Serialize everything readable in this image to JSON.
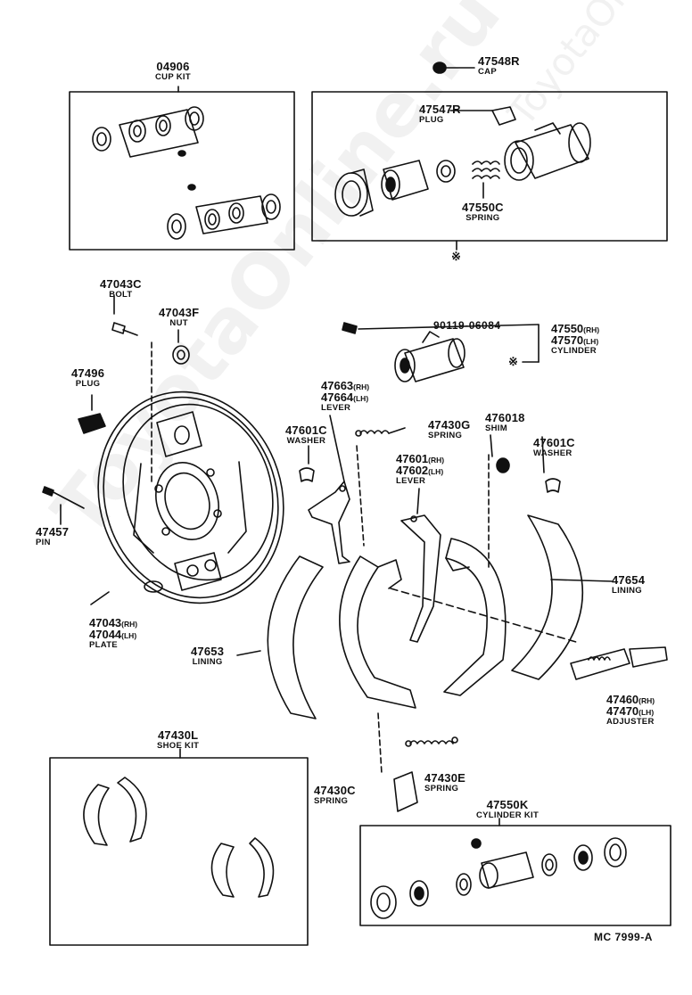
{
  "diagram": {
    "parts": {
      "cup_kit": {
        "number": "04906",
        "name": "CUP KIT"
      },
      "cap": {
        "number": "47548R",
        "name": "CAP"
      },
      "plug_top": {
        "number": "47547R",
        "name": "PLUG"
      },
      "spring_cyl": {
        "number": "47550C",
        "name": "SPRING"
      },
      "bolt": {
        "number": "47043C",
        "name": "BOLT"
      },
      "nut": {
        "number": "47043F",
        "name": "NUT"
      },
      "bleeder": {
        "number": "90119-06084"
      },
      "cylinder": {
        "number_rh": "47550",
        "tag_rh": "(RH)",
        "number_lh": "47570",
        "tag_lh": "(LH)",
        "name": "CYLINDER"
      },
      "plug_left": {
        "number": "47496",
        "name": "PLUG"
      },
      "lever_top": {
        "number_rh": "47663",
        "tag_rh": "(RH)",
        "number_lh": "47664",
        "tag_lh": "(LH)",
        "name": "LEVER"
      },
      "washer_left": {
        "number": "47601C",
        "name": "WASHER"
      },
      "spring_g": {
        "number": "47430G",
        "name": "SPRING"
      },
      "shim": {
        "number": "476018",
        "name": "SHIM"
      },
      "washer_right": {
        "number": "47601C",
        "name": "WASHER"
      },
      "lever_mid": {
        "number_rh": "47601",
        "tag_rh": "(RH)",
        "number_lh": "47602",
        "tag_lh": "(LH)",
        "name": "LEVER"
      },
      "pin": {
        "number": "47457",
        "name": "PIN"
      },
      "lining_right": {
        "number": "47654",
        "name": "LINING"
      },
      "plate": {
        "number_rh": "47043",
        "tag_rh": "(RH)",
        "number_lh": "47044",
        "tag_lh": "(LH)",
        "name": "PLATE"
      },
      "lining_left": {
        "number": "47653",
        "name": "LINING"
      },
      "adjuster": {
        "number_rh": "47460",
        "tag_rh": "(RH)",
        "number_lh": "47470",
        "tag_lh": "(LH)",
        "name": "ADJUSTER"
      },
      "shoe_kit": {
        "number": "47430L",
        "name": "SHOE KIT"
      },
      "spring_e": {
        "number": "47430E",
        "name": "SPRING"
      },
      "spring_c": {
        "number": "47430C",
        "name": "SPRING"
      },
      "cylinder_kit": {
        "number": "47550K",
        "name": "CYLINDER KIT"
      }
    },
    "star_marker": "※",
    "figure_code": "MC 7999-A",
    "watermark": "ToyotaOnline.ru"
  }
}
